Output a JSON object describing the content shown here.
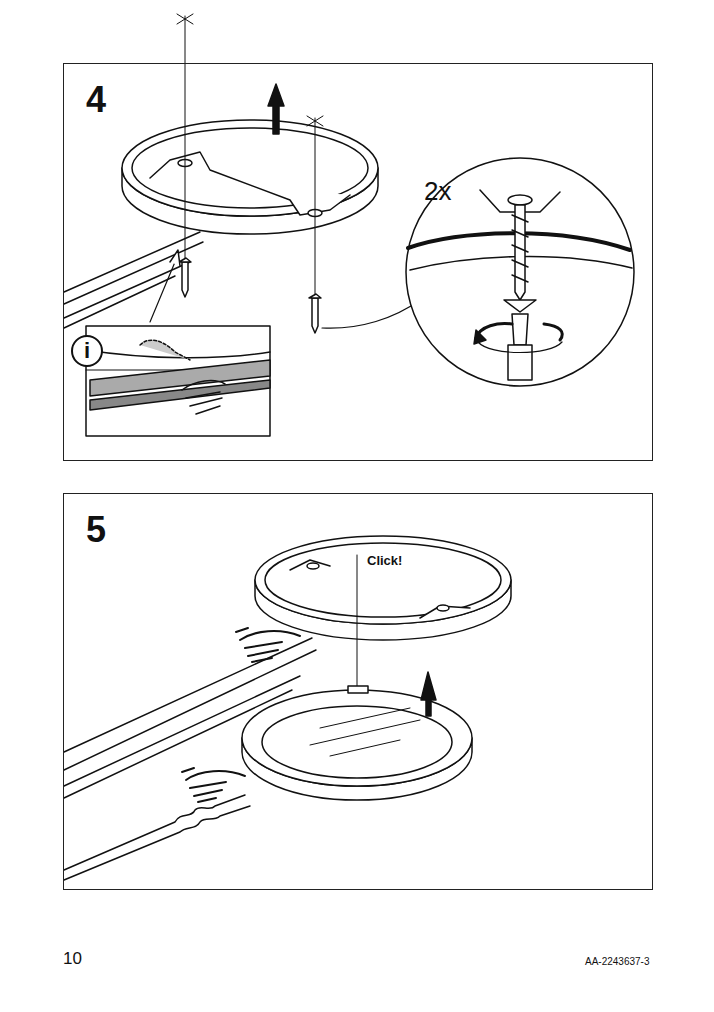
{
  "diagram": {
    "nodes": [
      {
        "text": [
          "4"
        ]
      },
      {
        "text": [
          "5"
        ]
      }
    ],
    "labels": [
      "2x",
      "i",
      "Click!",
      "10",
      "AA-2243637-3"
    ]
  }
}
